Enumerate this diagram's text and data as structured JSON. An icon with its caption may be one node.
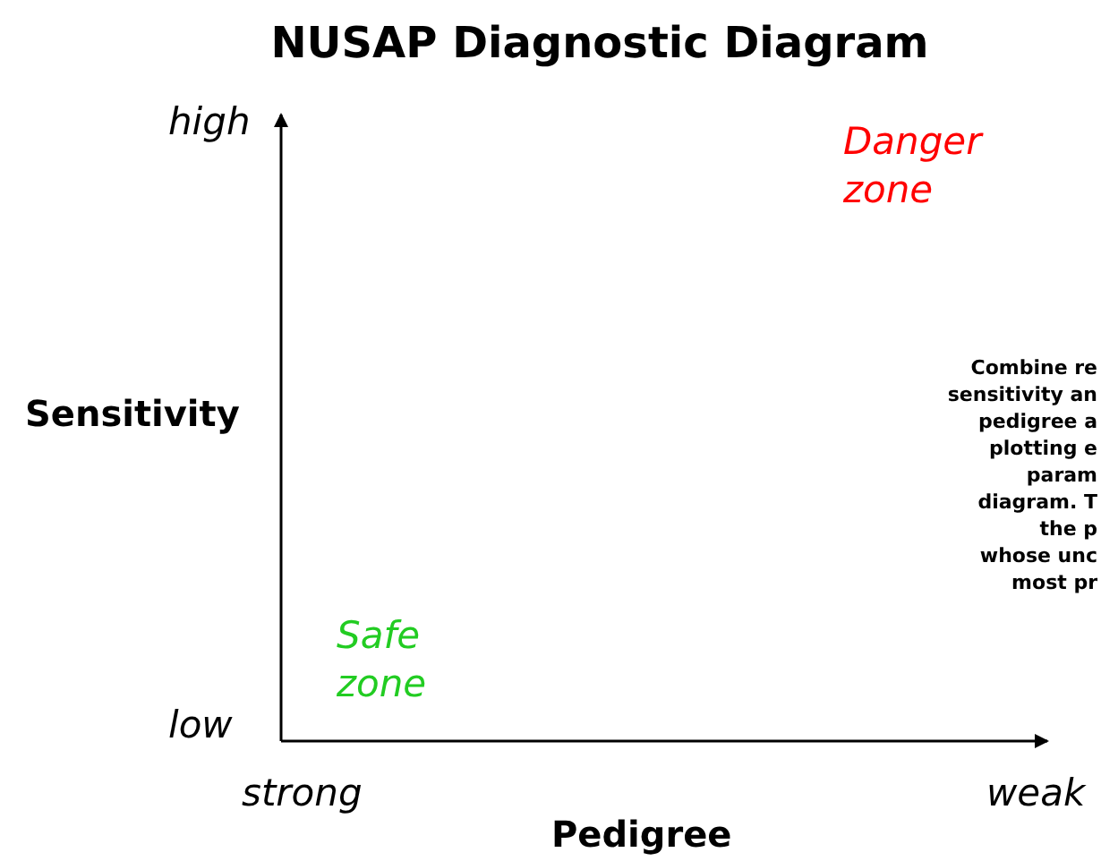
{
  "diagram": {
    "title": "NUSAP Diagnostic Diagram",
    "labels": [
      "high",
      "Danger zone",
      "Sensitivity",
      "Combine re sensitivity an pedigree a plotting e param diagram. T the p whose unc most pr",
      "Safe zone",
      "low",
      "strong",
      "weak",
      "Pedigree"
    ]
  }
}
